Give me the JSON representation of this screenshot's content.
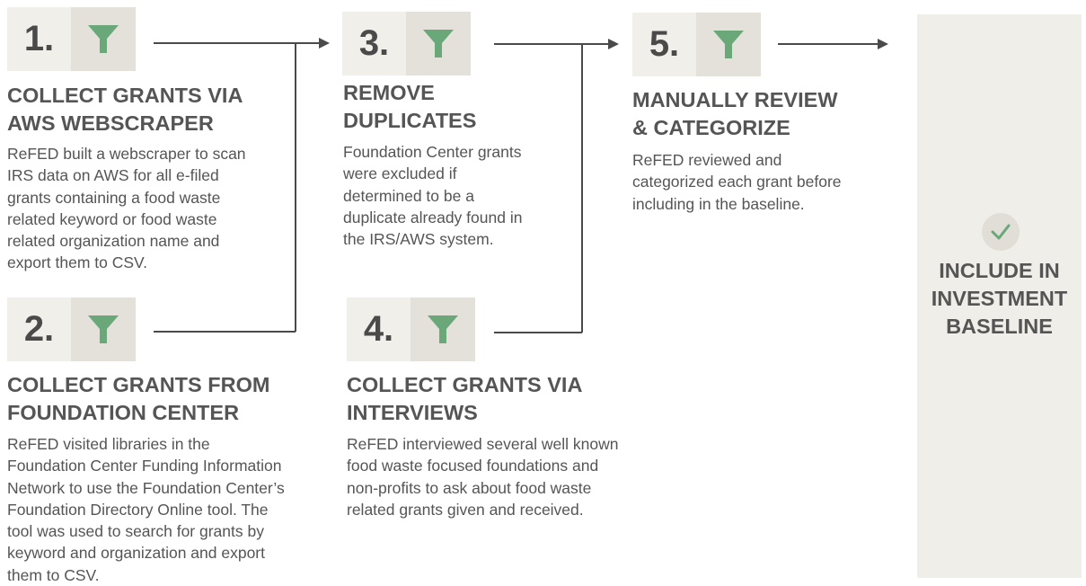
{
  "steps": [
    {
      "number": "1.",
      "title": [
        "COLLECT GRANTS VIA",
        "AWS WEBSCRAPER"
      ],
      "description": [
        "ReFED built a webscraper to scan",
        "IRS data on AWS for all e-filed",
        "grants containing a food waste",
        "related keyword or food waste",
        "related organization name and",
        "export them to CSV."
      ]
    },
    {
      "number": "2.",
      "title": [
        "COLLECT GRANTS FROM",
        "FOUNDATION CENTER"
      ],
      "description": [
        "ReFED visited libraries in the",
        "Foundation Center Funding Information",
        "Network to use the Foundation Center’s",
        "Foundation Directory Online tool. The",
        "tool was used to search for grants by",
        "keyword and organization and export",
        "them to CSV."
      ]
    },
    {
      "number": "3.",
      "title": [
        "REMOVE",
        "DUPLICATES"
      ],
      "description": [
        "Foundation Center grants",
        "were excluded if",
        "determined to be a",
        "duplicate already found in",
        "the IRS/AWS system."
      ]
    },
    {
      "number": "4.",
      "title": [
        "COLLECT GRANTS VIA",
        "INTERVIEWS"
      ],
      "description": [
        "ReFED interviewed several well known",
        "food waste focused foundations and",
        "non-profits to ask about food waste",
        "related grants given and received."
      ]
    },
    {
      "number": "5.",
      "title": [
        "MANUALLY REVIEW",
        "& CATEGORIZE"
      ],
      "description": [
        "ReFED reviewed and",
        "categorized each grant before",
        "including in the baseline."
      ]
    }
  ],
  "final": {
    "lines": [
      "INCLUDE IN",
      "INVESTMENT",
      "BASELINE"
    ],
    "icon": "check-icon"
  },
  "icons": {
    "step_icon": "filter-icon"
  },
  "colors": {
    "accent_green": "#6aa87a",
    "badge_light": "#f0efea",
    "badge_dark": "#e3e1da",
    "panel": "#efeee8",
    "text": "#555555"
  }
}
